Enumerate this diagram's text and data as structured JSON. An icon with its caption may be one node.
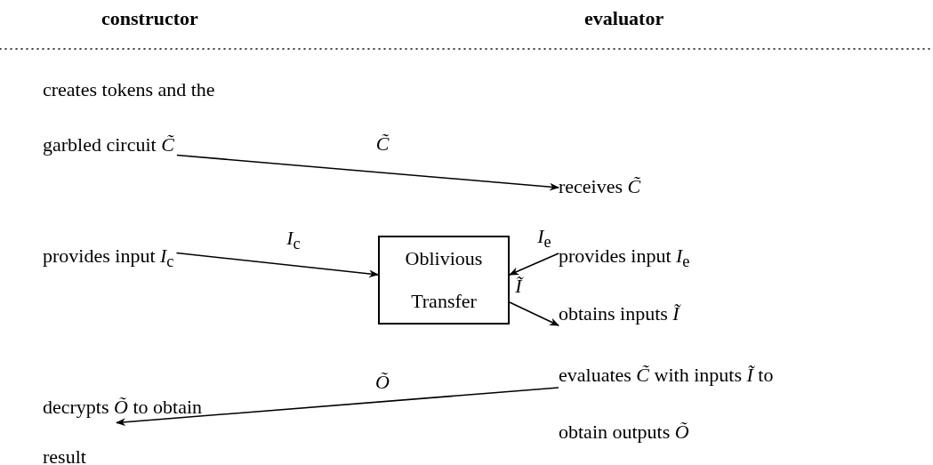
{
  "diagram": {
    "nodes": [
      {
        "text": [
          "creates tokens and the garbled circuit *C̃*"
        ]
      },
      {
        "text": [
          "receives *C̃*"
        ]
      },
      {
        "text": [
          "provides input *I*$_{c}$"
        ]
      },
      {
        "text": [
          "Oblivious Transfer"
        ]
      },
      {
        "text": [
          "provides input *I*$_{e}$"
        ]
      },
      {
        "text": [
          "obtains inputs *Ĩ*"
        ]
      },
      {
        "text": [
          "evaluates *C̃* with inputs *Ĩ* to obtain outputs *Õ*"
        ]
      },
      {
        "text": [
          "decrypts *Õ* to obtain result"
        ]
      }
    ],
    "edges": [
      {
        "from": 0,
        "to": 1,
        "arrow": "to",
        "label": "*C̃*"
      },
      {
        "from": 2,
        "to": 3,
        "arrow": "to",
        "label": "*I*$_{c}$"
      },
      {
        "from": 4,
        "to": 3,
        "arrow": "to",
        "label": "*I*$_{e}$"
      },
      {
        "from": 3,
        "to": 5,
        "arrow": "to",
        "label": "*Ĩ*"
      },
      {
        "from": 6,
        "to": 7,
        "arrow": "to",
        "label": "*Õ*"
      }
    ],
    "labels": [
      "constructor",
      "evaluator"
    ]
  }
}
